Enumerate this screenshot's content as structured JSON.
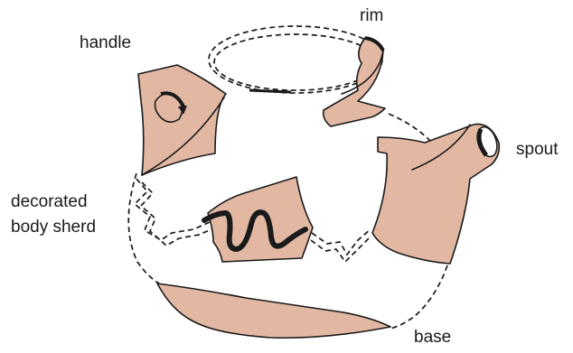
{
  "labels": {
    "rim": "rim",
    "handle": "handle",
    "spout": "spout",
    "decorated": "decorated",
    "body_sherd": "body sherd",
    "base": "base"
  },
  "colors": {
    "sherd_fill": "#e2b8a3",
    "outline": "#1a1a1a",
    "background": "#ffffff"
  }
}
